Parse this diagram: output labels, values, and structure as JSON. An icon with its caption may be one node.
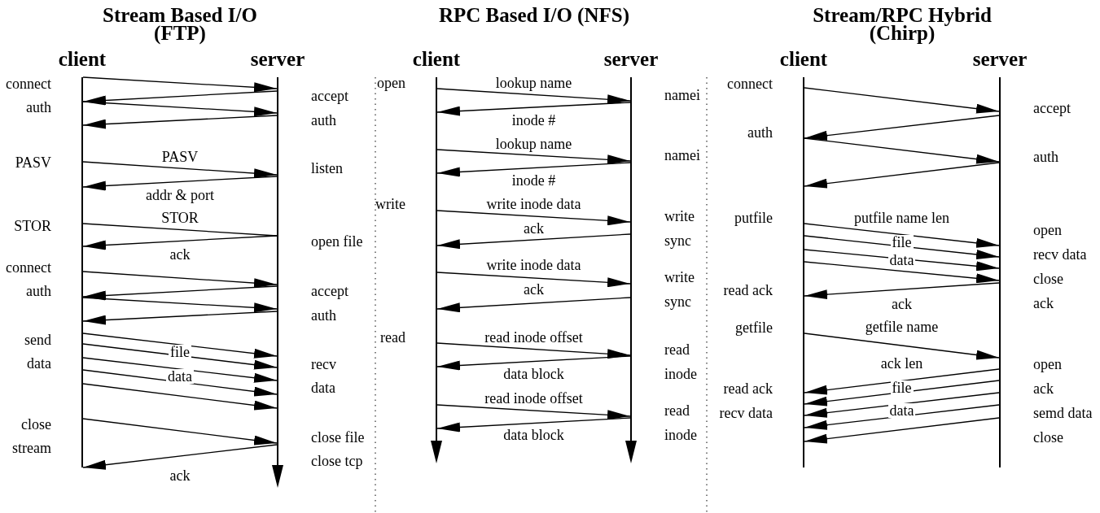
{
  "diagram": {
    "nodes": [
      {
        "text": [
          "client"
        ],
        "beside": [
          "connect",
          "auth",
          "PASV",
          "STOR",
          "connect",
          "auth",
          "send data",
          "close stream"
        ]
      },
      {
        "text": [
          "server"
        ],
        "beside": [
          "accept",
          "auth",
          "listen",
          "open file",
          "accept",
          "auth",
          "recv data",
          "close file",
          "close tcp"
        ]
      },
      {
        "text": [
          "client"
        ],
        "beside": [
          "open",
          "write",
          "read"
        ]
      },
      {
        "text": [
          "server"
        ],
        "beside": [
          "namei",
          "namei",
          "write",
          "sync",
          "write",
          "sync",
          "read",
          "inode",
          "read",
          "inode"
        ]
      },
      {
        "text": [
          "client"
        ],
        "beside": [
          "connect",
          "auth",
          "putfile",
          "read ack",
          "getfile",
          "read ack",
          "recv data"
        ]
      },
      {
        "text": [
          "server"
        ],
        "beside": [
          "accept",
          "auth",
          "open",
          "recv data",
          "close",
          "ack",
          "open",
          "ack",
          "semd data",
          "close"
        ]
      }
    ],
    "edges": [
      {
        "from": 0,
        "to": 1,
        "arrow": "to"
      },
      {
        "from": 1,
        "to": 0,
        "arrow": "to"
      },
      {
        "from": 0,
        "to": 1,
        "arrow": "to"
      },
      {
        "from": 1,
        "to": 0,
        "arrow": "to"
      },
      {
        "from": 0,
        "to": 1,
        "arrow": "to",
        "label": "PASV"
      },
      {
        "from": 1,
        "to": 0,
        "arrow": "to",
        "label": "addr & port"
      },
      {
        "from": 0,
        "to": 1,
        "arrow": "none",
        "label": "STOR"
      },
      {
        "from": 1,
        "to": 0,
        "arrow": "to",
        "label": "ack"
      },
      {
        "from": 0,
        "to": 1,
        "arrow": "to"
      },
      {
        "from": 1,
        "to": 0,
        "arrow": "to"
      },
      {
        "from": 0,
        "to": 1,
        "arrow": "to"
      },
      {
        "from": 1,
        "to": 0,
        "arrow": "to"
      },
      {
        "from": 0,
        "to": 1,
        "arrow": "to"
      },
      {
        "from": 0,
        "to": 1,
        "arrow": "to",
        "label": "file"
      },
      {
        "from": 0,
        "to": 1,
        "arrow": "to"
      },
      {
        "from": 0,
        "to": 1,
        "arrow": "to",
        "label": "data"
      },
      {
        "from": 0,
        "to": 1,
        "arrow": "to"
      },
      {
        "from": 0,
        "to": 1,
        "arrow": "to"
      },
      {
        "from": 1,
        "to": 0,
        "arrow": "to",
        "label": "ack"
      },
      {
        "from": 2,
        "to": 3,
        "arrow": "to",
        "label": "lookup name"
      },
      {
        "from": 3,
        "to": 2,
        "arrow": "to",
        "label": "inode #"
      },
      {
        "from": 2,
        "to": 3,
        "arrow": "to",
        "label": "lookup name"
      },
      {
        "from": 3,
        "to": 2,
        "arrow": "to",
        "label": "inode #"
      },
      {
        "from": 2,
        "to": 3,
        "arrow": "to",
        "label": "write inode data"
      },
      {
        "from": 3,
        "to": 2,
        "arrow": "to",
        "label": "ack"
      },
      {
        "from": 2,
        "to": 3,
        "arrow": "to",
        "label": "write inode data"
      },
      {
        "from": 3,
        "to": 2,
        "arrow": "to",
        "label": "ack"
      },
      {
        "from": 2,
        "to": 3,
        "arrow": "to",
        "label": "read inode offset"
      },
      {
        "from": 3,
        "to": 2,
        "arrow": "to",
        "label": "data block"
      },
      {
        "from": 2,
        "to": 3,
        "arrow": "to",
        "label": "read inode offset"
      },
      {
        "from": 3,
        "to": 2,
        "arrow": "to",
        "label": "data block"
      },
      {
        "from": 4,
        "to": 5,
        "arrow": "to"
      },
      {
        "from": 5,
        "to": 4,
        "arrow": "to"
      },
      {
        "from": 4,
        "to": 5,
        "arrow": "to"
      },
      {
        "from": 5,
        "to": 4,
        "arrow": "to"
      },
      {
        "from": 4,
        "to": 5,
        "arrow": "to",
        "label": "putfile name len"
      },
      {
        "from": 4,
        "to": 5,
        "arrow": "to",
        "label": "file"
      },
      {
        "from": 4,
        "to": 5,
        "arrow": "to",
        "label": "data"
      },
      {
        "from": 4,
        "to": 5,
        "arrow": "to"
      },
      {
        "from": 5,
        "to": 4,
        "arrow": "to",
        "label": "ack"
      },
      {
        "from": 4,
        "to": 5,
        "arrow": "to",
        "label": "getfile name"
      },
      {
        "from": 5,
        "to": 4,
        "arrow": "to",
        "label": "ack len"
      },
      {
        "from": 5,
        "to": 4,
        "arrow": "to",
        "label": "file"
      },
      {
        "from": 5,
        "to": 4,
        "arrow": "to",
        "label": "data"
      },
      {
        "from": 5,
        "to": 4,
        "arrow": "to"
      },
      {
        "from": 5,
        "to": 4,
        "arrow": "to"
      }
    ],
    "labels": [
      "Stream Based I/O (FTP)",
      "RPC Based I/O (NFS)",
      "Stream/RPC Hybrid (Chirp)"
    ]
  }
}
